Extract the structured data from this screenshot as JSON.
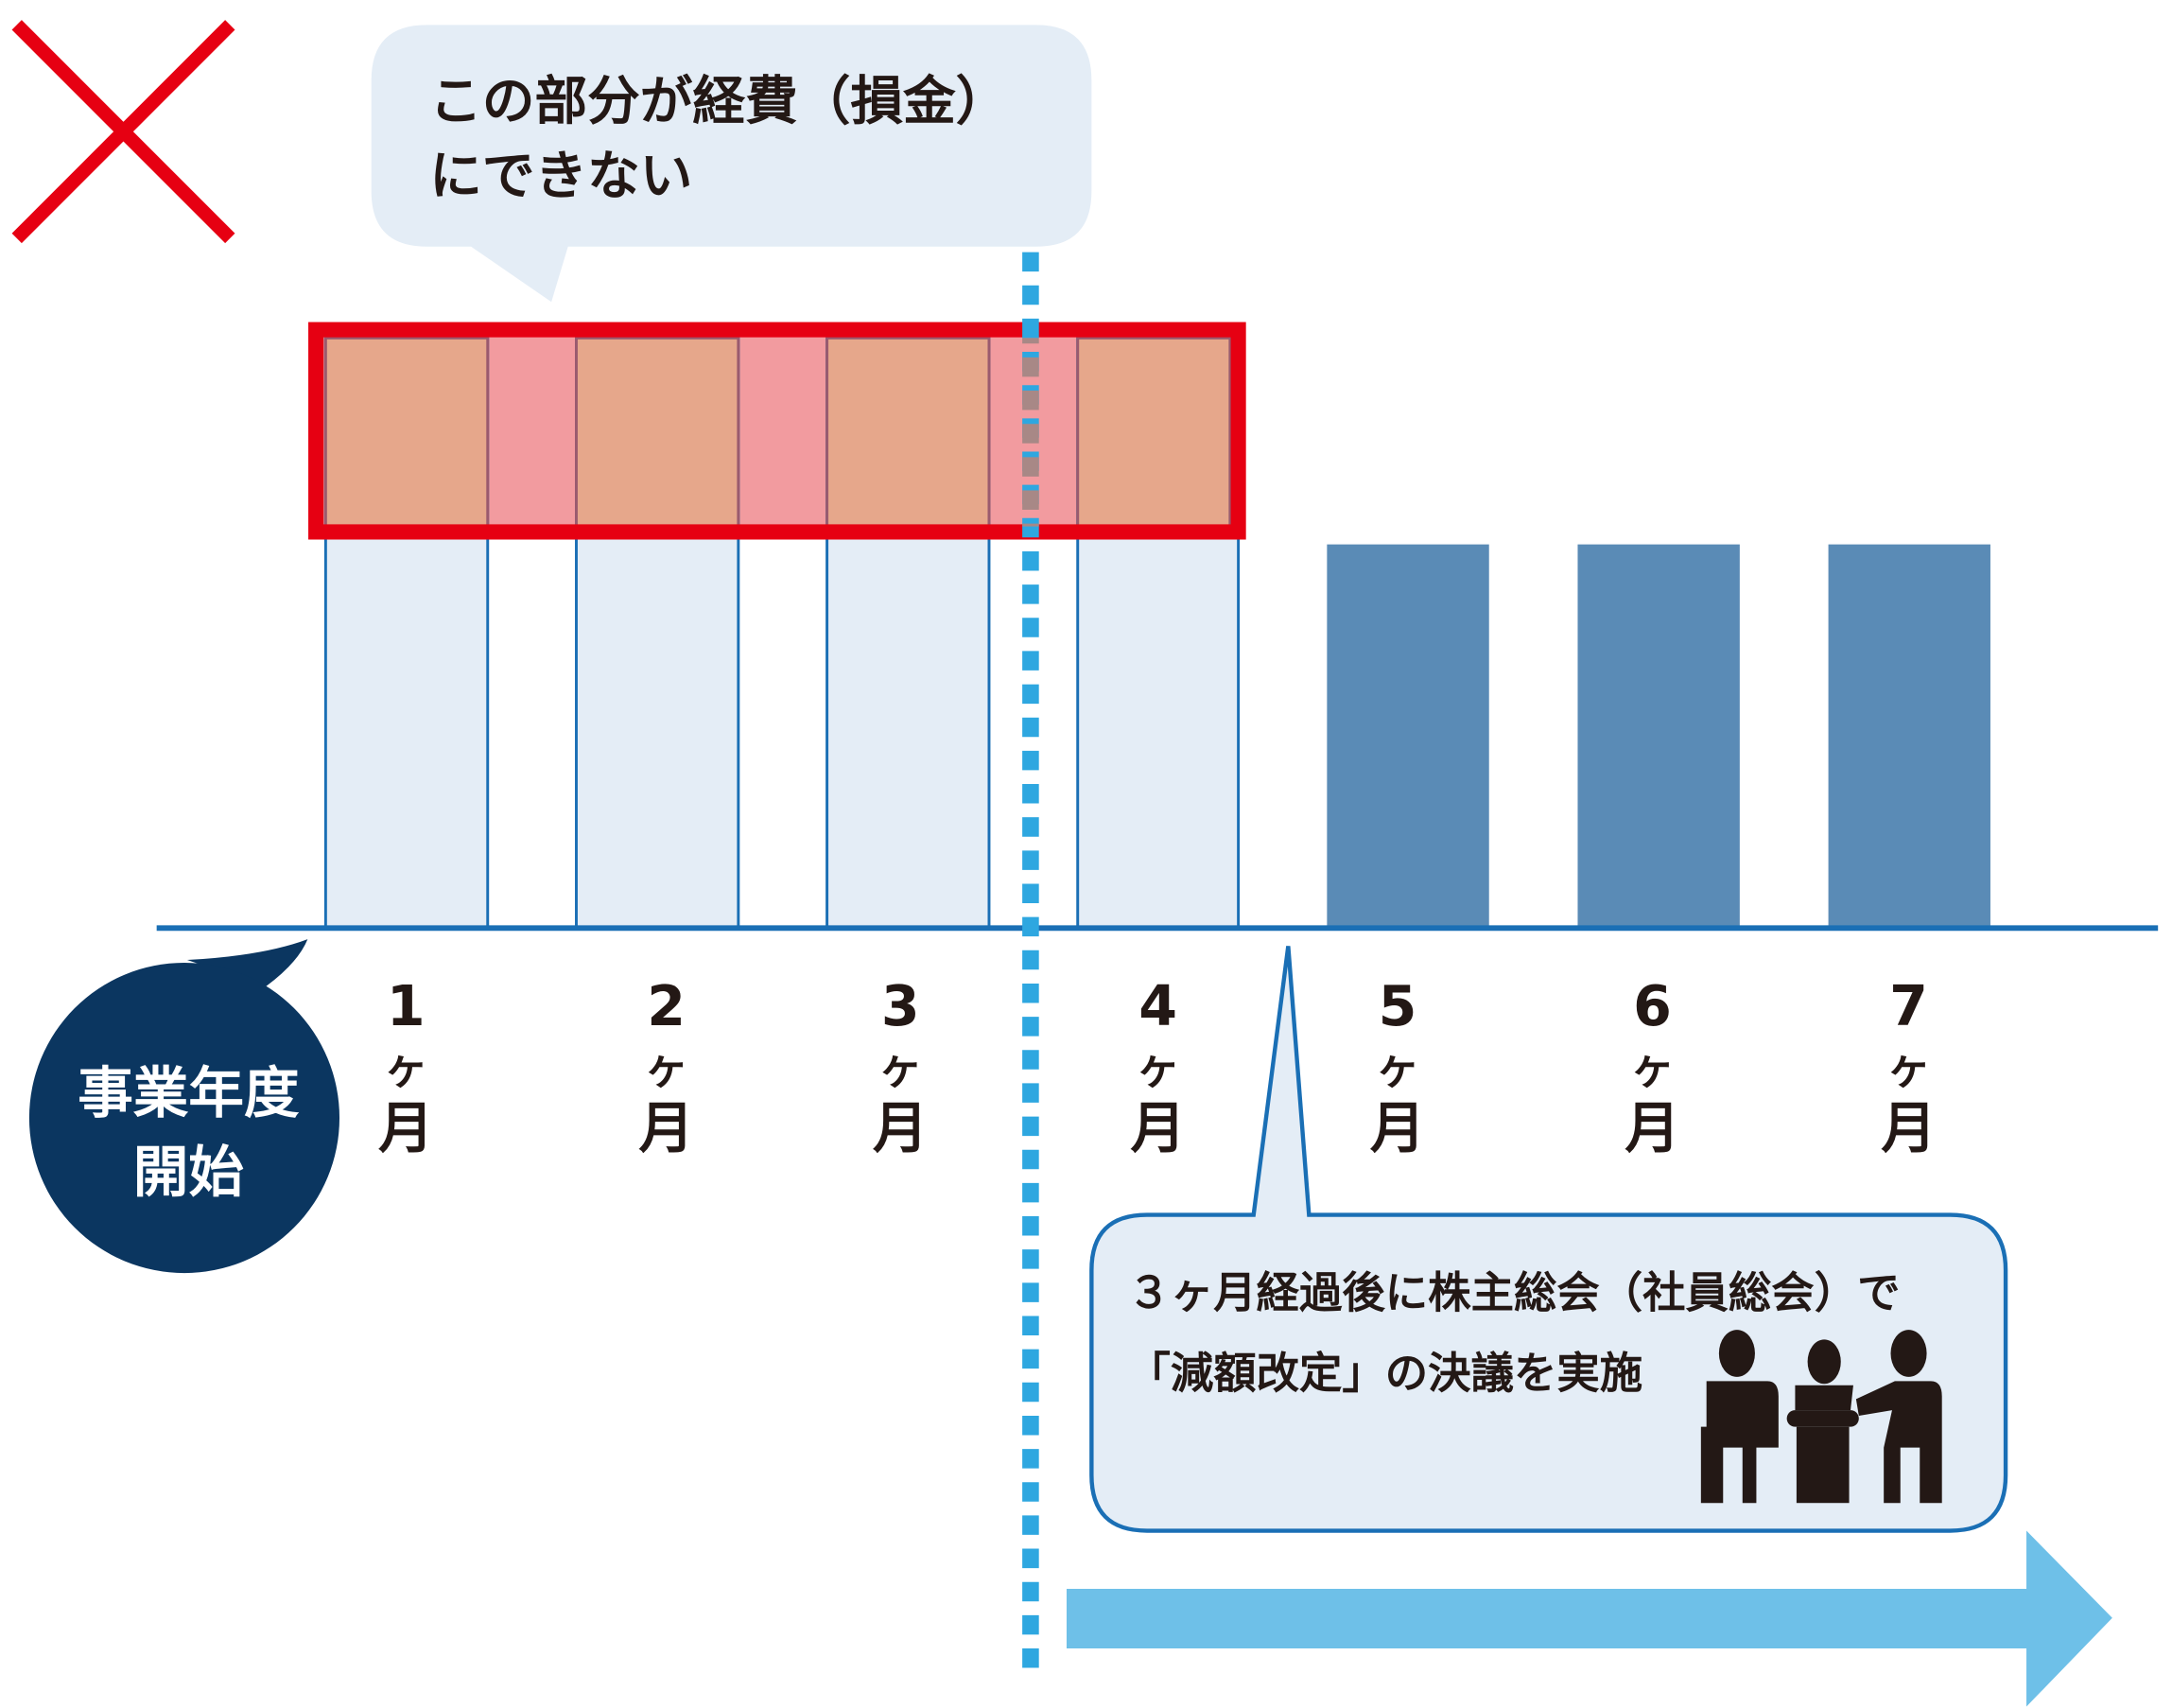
{
  "mark": "×",
  "top_callout": {
    "line1": "この部分が経費（損金）",
    "line2": "にできない"
  },
  "start_badge": {
    "line1": "事業年度",
    "line2": "開始"
  },
  "months": [
    {
      "num": "1",
      "ke": "ヶ",
      "unit": "月",
      "state": "past"
    },
    {
      "num": "2",
      "ke": "ヶ",
      "unit": "月",
      "state": "past"
    },
    {
      "num": "3",
      "ke": "ヶ",
      "unit": "月",
      "state": "past"
    },
    {
      "num": "4",
      "ke": "ヶ",
      "unit": "月",
      "state": "past"
    },
    {
      "num": "5",
      "ke": "ヶ",
      "unit": "月",
      "state": "reduced"
    },
    {
      "num": "6",
      "ke": "ヶ",
      "unit": "月",
      "state": "reduced"
    },
    {
      "num": "7",
      "ke": "ヶ",
      "unit": "月",
      "state": "reduced"
    }
  ],
  "bottom_callout": {
    "line1": "３ヶ月経過後に株主総会（社員総会）で",
    "line2": "「減額改定」の決議を実施",
    "icon": "meeting-people-icon"
  },
  "colors": {
    "red": "#e60012",
    "light_bar": "#e4edf6",
    "orange": "#e6a78b",
    "pink": "#f29b9f",
    "dark_bar": "#5a8bb6",
    "axis": "#1a6fb5",
    "dotted": "#2ea7e0",
    "navy": "#0b3660",
    "arrow": "#6ec0e8"
  }
}
